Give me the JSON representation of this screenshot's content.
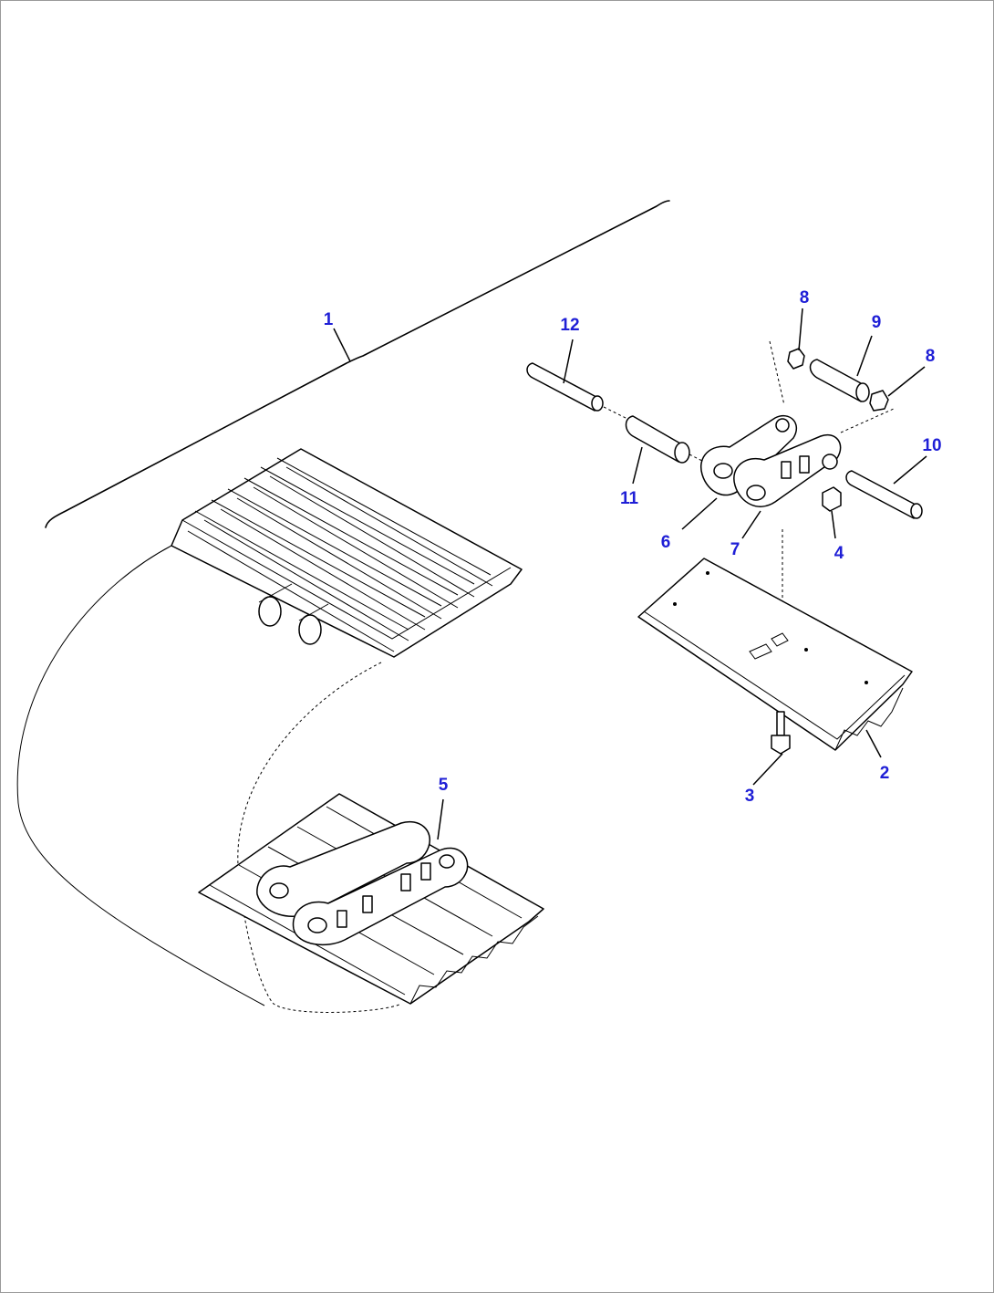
{
  "diagram": {
    "callouts": [
      {
        "id": "1",
        "label": "1"
      },
      {
        "id": "2",
        "label": "2"
      },
      {
        "id": "3",
        "label": "3"
      },
      {
        "id": "4",
        "label": "4"
      },
      {
        "id": "5",
        "label": "5"
      },
      {
        "id": "6",
        "label": "6"
      },
      {
        "id": "7",
        "label": "7"
      },
      {
        "id": "8a",
        "label": "8"
      },
      {
        "id": "8b",
        "label": "8"
      },
      {
        "id": "9",
        "label": "9"
      },
      {
        "id": "10",
        "label": "10"
      },
      {
        "id": "11",
        "label": "11"
      },
      {
        "id": "12",
        "label": "12"
      }
    ],
    "colors": {
      "callout": "#1f1fd6",
      "line": "#000000",
      "frame": "#9a9a9a"
    }
  }
}
